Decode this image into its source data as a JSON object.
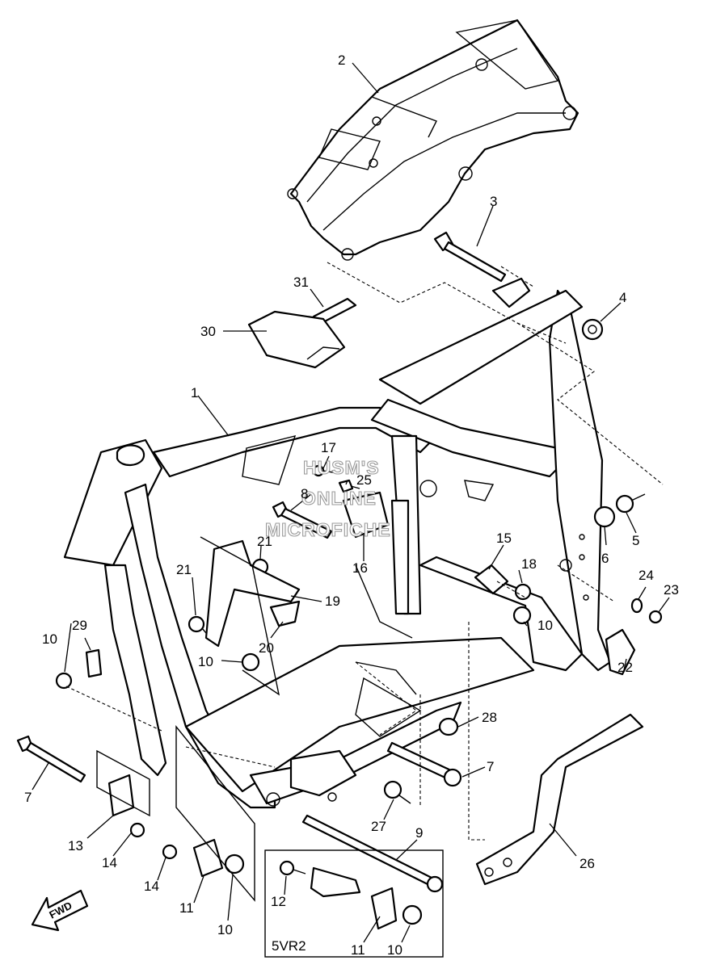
{
  "watermark": [
    "HUSM'S",
    "ONLINE",
    "MICROFICHE"
  ],
  "inset_label": "5VR2",
  "fwd_label": "FWD",
  "callouts": [
    {
      "id": "c2",
      "text": "2"
    },
    {
      "id": "c3",
      "text": "3"
    },
    {
      "id": "c4",
      "text": "4"
    },
    {
      "id": "c31",
      "text": "31"
    },
    {
      "id": "c30",
      "text": "30"
    },
    {
      "id": "c1",
      "text": "1"
    },
    {
      "id": "c17",
      "text": "17"
    },
    {
      "id": "c25",
      "text": "25"
    },
    {
      "id": "c8",
      "text": "8"
    },
    {
      "id": "c5",
      "text": "5"
    },
    {
      "id": "c6",
      "text": "6"
    },
    {
      "id": "c15",
      "text": "15"
    },
    {
      "id": "c21a",
      "text": "21"
    },
    {
      "id": "c16",
      "text": "16"
    },
    {
      "id": "c18",
      "text": "18"
    },
    {
      "id": "c21b",
      "text": "21"
    },
    {
      "id": "c19",
      "text": "19"
    },
    {
      "id": "c24",
      "text": "24"
    },
    {
      "id": "c23",
      "text": "23"
    },
    {
      "id": "c10a",
      "text": "10"
    },
    {
      "id": "c29",
      "text": "29"
    },
    {
      "id": "c10b",
      "text": "10"
    },
    {
      "id": "c20",
      "text": "20"
    },
    {
      "id": "c10c",
      "text": "10"
    },
    {
      "id": "c22",
      "text": "22"
    },
    {
      "id": "c28",
      "text": "28"
    },
    {
      "id": "c7a",
      "text": "7"
    },
    {
      "id": "c7b",
      "text": "7"
    },
    {
      "id": "c27",
      "text": "27"
    },
    {
      "id": "c9",
      "text": "9"
    },
    {
      "id": "c13",
      "text": "13"
    },
    {
      "id": "c14a",
      "text": "14"
    },
    {
      "id": "c26",
      "text": "26"
    },
    {
      "id": "c14b",
      "text": "14"
    },
    {
      "id": "c12",
      "text": "12"
    },
    {
      "id": "c11a",
      "text": "11"
    },
    {
      "id": "c10d",
      "text": "10"
    },
    {
      "id": "c11b",
      "text": "11"
    },
    {
      "id": "c10e",
      "text": "10"
    }
  ]
}
